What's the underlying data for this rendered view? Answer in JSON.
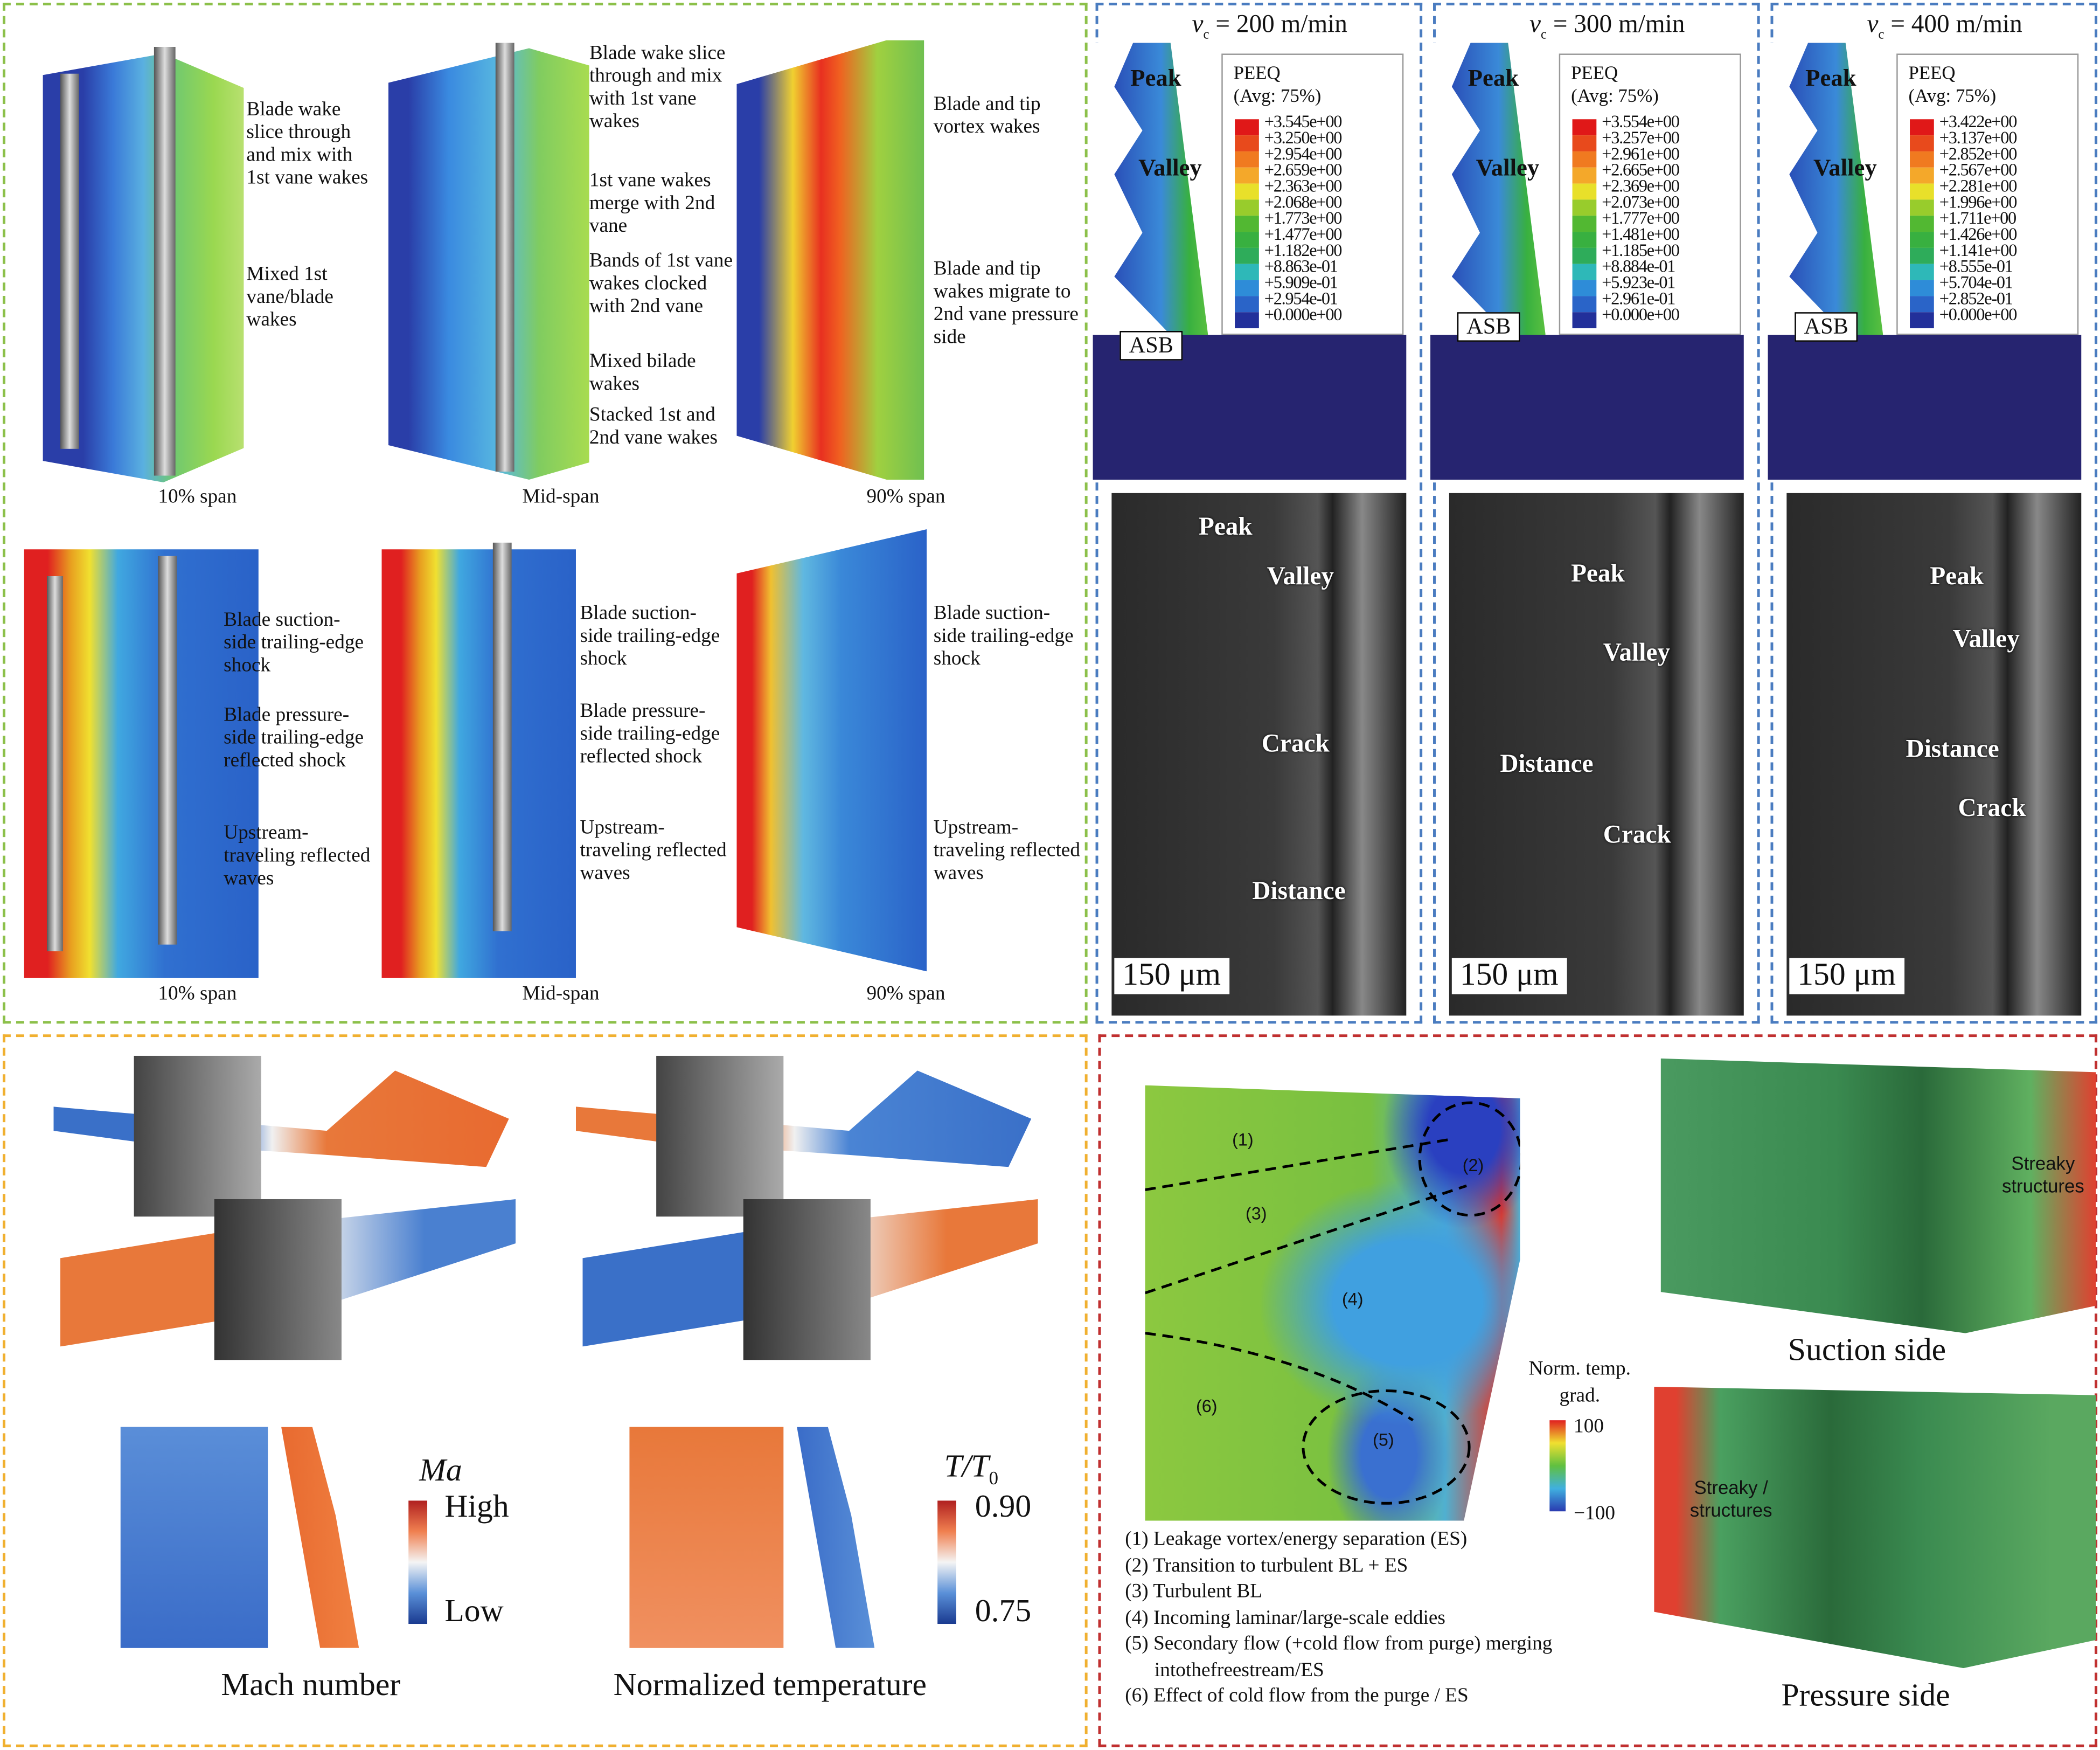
{
  "wakes": {
    "row1": {
      "span10": {
        "caption": "10% span",
        "labels": [
          "Blade wake slice through and mix with 1st vane wakes",
          "Mixed 1st vane/blade wakes"
        ]
      },
      "mid": {
        "caption": "Mid-span",
        "labels": [
          "Blade wake slice through and mix with 1st vane wakes",
          "1st vane wakes merge with 2nd vane",
          "Bands of 1st vane wakes clocked with 2nd vane",
          "Mixed bilade wakes",
          "Stacked 1st and 2nd vane wakes"
        ]
      },
      "span90": {
        "caption": "90% span",
        "labels": [
          "Blade and tip vortex wakes",
          "Blade and tip wakes migrate to 2nd vane pressure side"
        ]
      }
    },
    "row2": {
      "span10": {
        "caption": "10% span",
        "labels": [
          "Blade suction-side trailing-edge shock",
          "Blade pressure-side trailing-edge reflected shock",
          "Upstream-traveling reflected waves"
        ]
      },
      "mid": {
        "caption": "Mid-span",
        "labels": [
          "Blade suction-side trailing-edge shock",
          "Blade pressure-side trailing-edge reflected shock",
          "Upstream-traveling reflected waves"
        ]
      },
      "span90": {
        "caption": "90% span",
        "labels": [
          "Blade suction-side trailing-edge shock",
          "Upstream-traveling reflected waves"
        ]
      }
    }
  },
  "cutting": {
    "legend_title": "PEEQ",
    "legend_sub": "(Avg: 75%)",
    "band_colors": [
      "#e01818",
      "#e84a1c",
      "#f07a20",
      "#f4a82a",
      "#e8e02a",
      "#98cc2c",
      "#52b832",
      "#38b040",
      "#2eac5a",
      "#2eb8b8",
      "#2e8cd8",
      "#2a64c8",
      "#22309a"
    ],
    "panels": [
      {
        "title_v": "v",
        "title_sub": "c",
        "title_rest": " = 200 m/min",
        "sim_labels": [
          "Peak",
          "Valley"
        ],
        "asb": "ASB",
        "values": [
          "+3.545e+00",
          "+3.250e+00",
          "+2.954e+00",
          "+2.659e+00",
          "+2.363e+00",
          "+2.068e+00",
          "+1.773e+00",
          "+1.477e+00",
          "+1.182e+00",
          "+8.863e-01",
          "+5.909e-01",
          "+2.954e-01",
          "+0.000e+00"
        ],
        "micro_labels": [
          "Peak",
          "Valley",
          "Crack",
          "Distance"
        ],
        "scale": "150 μm"
      },
      {
        "title_v": "v",
        "title_sub": "c",
        "title_rest": " = 300 m/min",
        "sim_labels": [
          "Peak",
          "Valley"
        ],
        "asb": "ASB",
        "values": [
          "+3.554e+00",
          "+3.257e+00",
          "+2.961e+00",
          "+2.665e+00",
          "+2.369e+00",
          "+2.073e+00",
          "+1.777e+00",
          "+1.481e+00",
          "+1.185e+00",
          "+8.884e-01",
          "+5.923e-01",
          "+2.961e-01",
          "+0.000e+00"
        ],
        "micro_labels": [
          "Peak",
          "Valley",
          "Distance",
          "Crack"
        ],
        "scale": "150 μm"
      },
      {
        "title_v": "v",
        "title_sub": "c",
        "title_rest": " = 400 m/min",
        "sim_labels": [
          "Peak",
          "Valley"
        ],
        "asb": "ASB",
        "values": [
          "+3.422e+00",
          "+3.137e+00",
          "+2.852e+00",
          "+2.567e+00",
          "+2.281e+00",
          "+1.996e+00",
          "+1.711e+00",
          "+1.426e+00",
          "+1.141e+00",
          "+8.555e-01",
          "+5.704e-01",
          "+2.852e-01",
          "+0.000e+00"
        ],
        "micro_labels": [
          "Peak",
          "Valley",
          "Distance",
          "Crack"
        ],
        "scale": "150 μm"
      }
    ]
  },
  "flow": {
    "mach": {
      "caption": "Mach number",
      "legend_title": "Ma",
      "high": "High",
      "low": "Low"
    },
    "temp": {
      "caption": "Normalized temperature",
      "legend_title_T": "T",
      "legend_title_rest": "/T",
      "legend_sub": "0",
      "max": "0.90",
      "min": "0.75"
    }
  },
  "heat": {
    "region_labels": [
      "(1)",
      "(2)",
      "(3)",
      "(4)",
      "(5)",
      "(6)"
    ],
    "legend_title": "Norm. temp. grad.",
    "legend_max": "100",
    "legend_min": "−100",
    "notes": [
      "(1) Leakage vortex/energy separation (ES)",
      "(2) Transition to turbulent BL + ES",
      "(3) Turbulent BL",
      "(4) Incoming laminar/large-scale eddies",
      "(5) Secondary flow (+cold flow from purge) merging",
      "intothefreestream/ES",
      "(6) Effect of cold flow from the purge / ES"
    ],
    "suction_label": "Streaky structures",
    "suction_caption": "Suction side",
    "pressure_label": "Streaky / structures",
    "pressure_caption": "Pressure side"
  }
}
